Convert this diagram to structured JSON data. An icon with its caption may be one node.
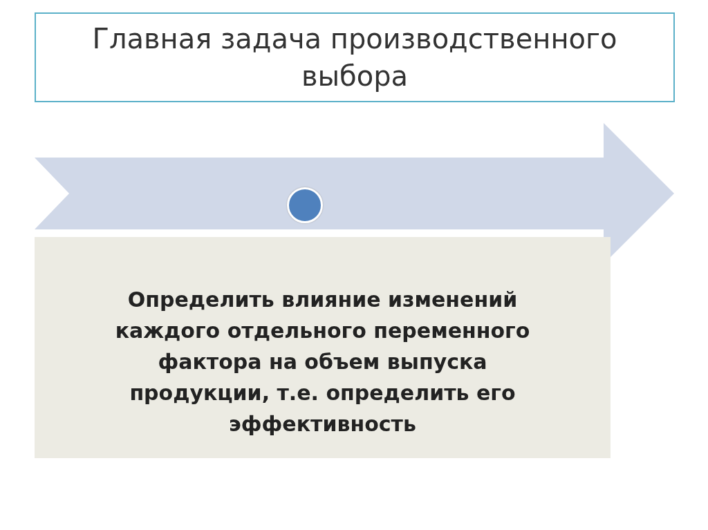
{
  "diagram": {
    "nodes": [
      {
        "text": [
          "Главная задача производственного выбора"
        ]
      },
      {
        "text": [],
        "shape": "arrow"
      },
      {
        "text": [],
        "shape": "circle",
        "in": 1
      },
      {
        "text": [
          "Определить влияние изменений каждого отдельного переменного фактора на объем выпуска продукции, т.е. определить его эффективность"
        ]
      }
    ]
  }
}
